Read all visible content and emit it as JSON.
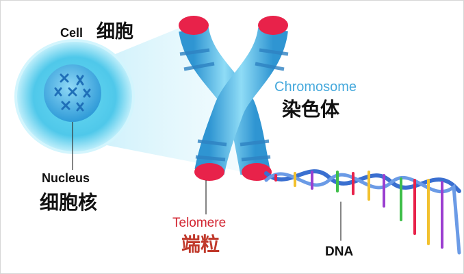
{
  "labels": {
    "cell": {
      "en": "Cell",
      "zh": "细胞"
    },
    "nucleus": {
      "en": "Nucleus",
      "zh": "细胞核"
    },
    "chromosome": {
      "en": "Chromosome",
      "zh": "染色体"
    },
    "telomere": {
      "en": "Telomere",
      "zh": "端粒"
    },
    "dna": {
      "en": "DNA"
    }
  },
  "colors": {
    "cell_body": "#5fd3ee",
    "cell_edge": "#b9eefb",
    "nucleus": "#3aa9e0",
    "chromosome": "#4db6e6",
    "chromosome_band": "#2f86c6",
    "telomere": "#e8224a",
    "chromosome_text": "#46a9dc",
    "telomere_text": "#d2232f",
    "dna_backbone": "#3a6fd0"
  }
}
